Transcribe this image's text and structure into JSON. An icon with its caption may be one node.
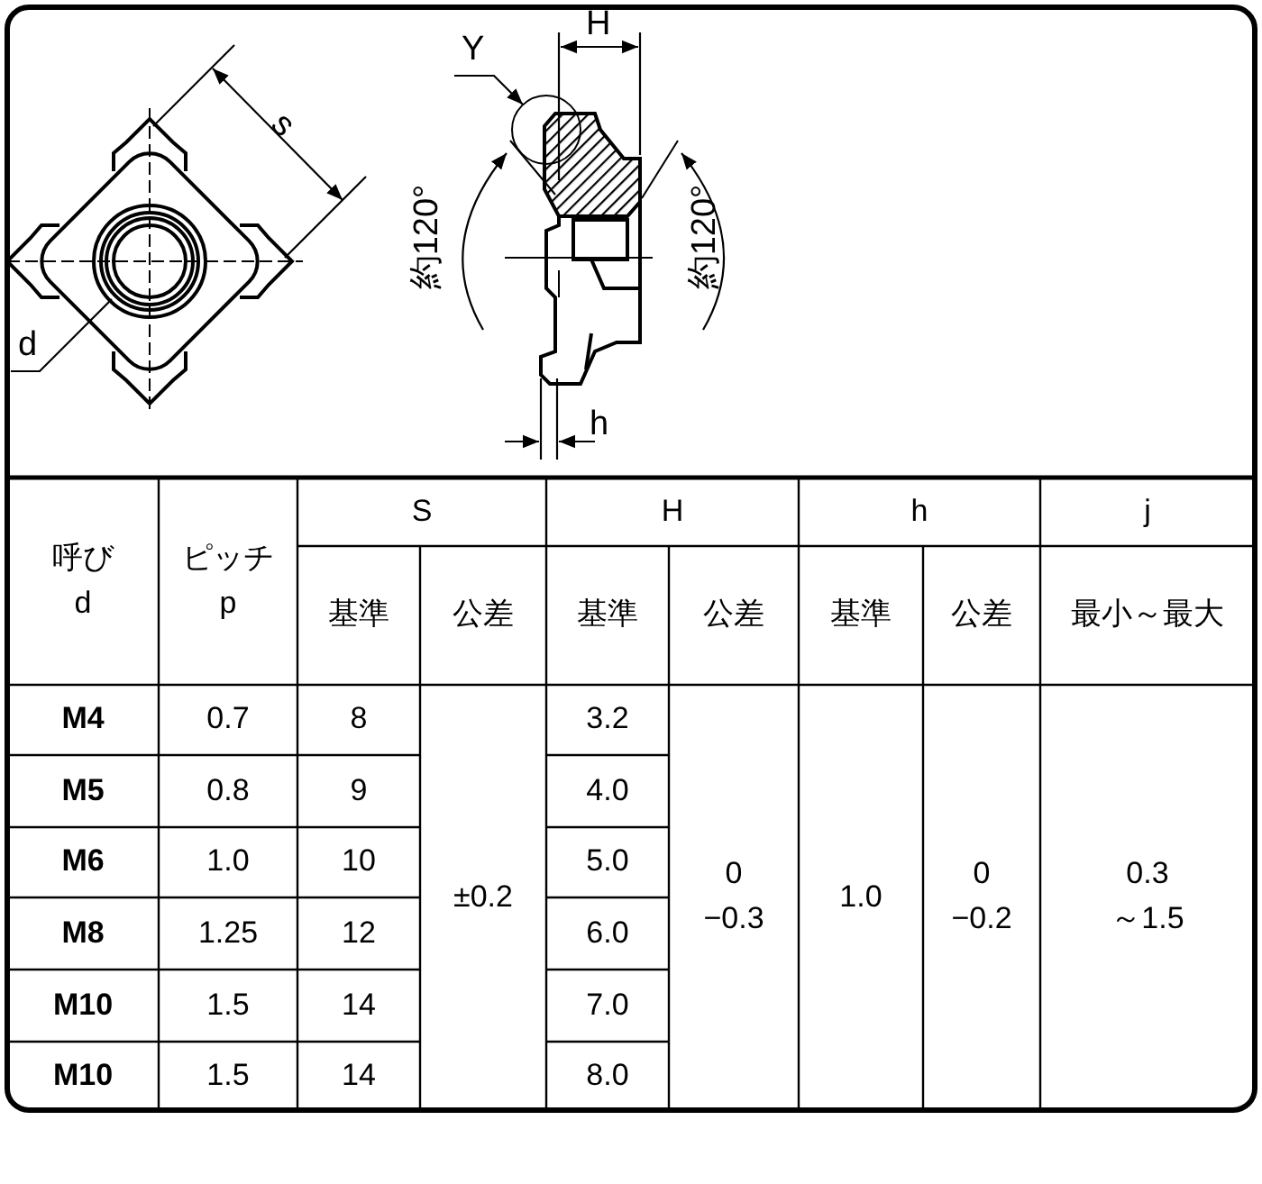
{
  "diagram": {
    "nodes": [
      {
        "text": [
          "d"
        ]
      },
      {
        "text": [
          "Y"
        ]
      }
    ],
    "edges": [
      {
        "from": 0,
        "to": null,
        "arrow": "none"
      },
      {
        "from": 1,
        "to": null,
        "arrow": "to"
      }
    ],
    "labels": [
      "s",
      "H",
      "h",
      "約120°",
      "約120°",
      "呼び d",
      "ピッチ p",
      "S",
      "H",
      "h",
      "j",
      "基準",
      "公差",
      "基準",
      "公差",
      "基準",
      "公差",
      "最小～最大",
      "M4",
      "0.7",
      "8",
      "±0.2",
      "3.2",
      "0 −0.3",
      "1.0",
      "0 −0.2",
      "0.3 ～1.5",
      "M5",
      "0.8",
      "9",
      "4.0",
      "M6",
      "1.0",
      "10",
      "5.0",
      "M8",
      "1.25",
      "12",
      "6.0",
      "M10",
      "1.5",
      "14",
      "7.0",
      "M10",
      "1.5",
      "14",
      "8.0"
    ]
  }
}
